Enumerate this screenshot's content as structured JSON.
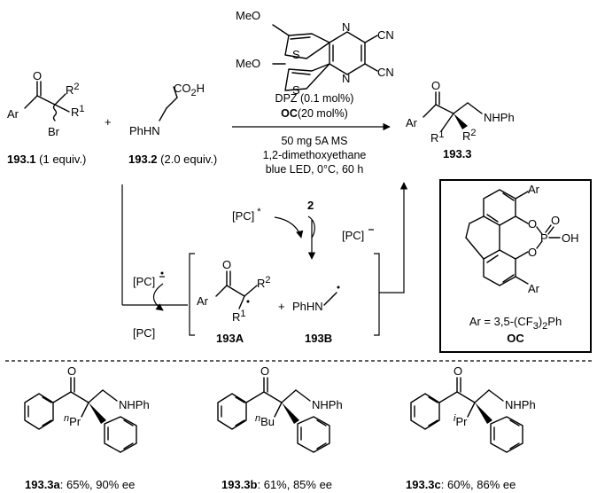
{
  "catalyst_text": {
    "dpz": "DPZ (0.1 mol%)",
    "oc_bold": "OC",
    "oc_rest": "(20 mol%)"
  },
  "conditions": {
    "line1": "50 mg 5A MS",
    "line2": "1,2-dimethoxyethane",
    "line3": "blue LED, 0°C, 60 h"
  },
  "dpz_structure": {
    "meo": "MeO",
    "s": "S",
    "n": "N",
    "cn": "CN"
  },
  "reactant1": {
    "o": "O",
    "ar": "Ar",
    "r1": "R",
    "r1_sup": "1",
    "r2": "R",
    "r2_sup": "2",
    "br": "Br",
    "label_bold": "193.1",
    "label_rest": " (1 equiv.)"
  },
  "plus": "+",
  "reactant2": {
    "co2h": "CO",
    "co2h_sub": "2",
    "co2h_end": "H",
    "phhn": "PhHN",
    "label_bold": "193.2",
    "label_rest": " (2.0 equiv.)"
  },
  "product": {
    "o": "O",
    "ar": "Ar",
    "nhph": "NHPh",
    "r1": "R",
    "r1_sup": "1",
    "r2": "R",
    "r2_sup": "2",
    "label": "193.3"
  },
  "mechanism": {
    "pc_star": "[PC]",
    "star": "*",
    "two": "2",
    "pc_minus_right": "[PC]",
    "pc_minus_left": "[PC]",
    "pc": "[PC]",
    "intermediate_a": {
      "o": "O",
      "ar": "Ar",
      "r2": "R",
      "r2_sup": "2",
      "r1": "R",
      "r1_sup": "1",
      "label": "193A"
    },
    "plus": "+",
    "intermediate_b": {
      "phhn": "PhHN",
      "label": "193B"
    }
  },
  "oc_box": {
    "ar1": "Ar",
    "ar2": "Ar",
    "o": "O",
    "p": "P",
    "oh": "OH",
    "ar_def": "Ar = 3,5-(CF",
    "ar_def_sub": "3",
    "ar_def_end": ")",
    "ar_def_sub2": "2",
    "ar_def_tail": "Ph",
    "label": "OC"
  },
  "examples": [
    {
      "o": "O",
      "nhph": "NHPh",
      "sub_prefix": "n",
      "sub_main": "Pr",
      "label_bold": "193.3a",
      "label_rest": ": 65%, 90% ee"
    },
    {
      "o": "O",
      "nhph": "NHPh",
      "sub_prefix": "n",
      "sub_main": "Bu",
      "label_bold": "193.3b",
      "label_rest": ": 61%, 85% ee"
    },
    {
      "o": "O",
      "nhph": "NHPh",
      "sub_prefix": "i",
      "sub_main": "Pr",
      "label_bold": "193.3c",
      "label_rest": ": 60%, 86% ee"
    }
  ]
}
